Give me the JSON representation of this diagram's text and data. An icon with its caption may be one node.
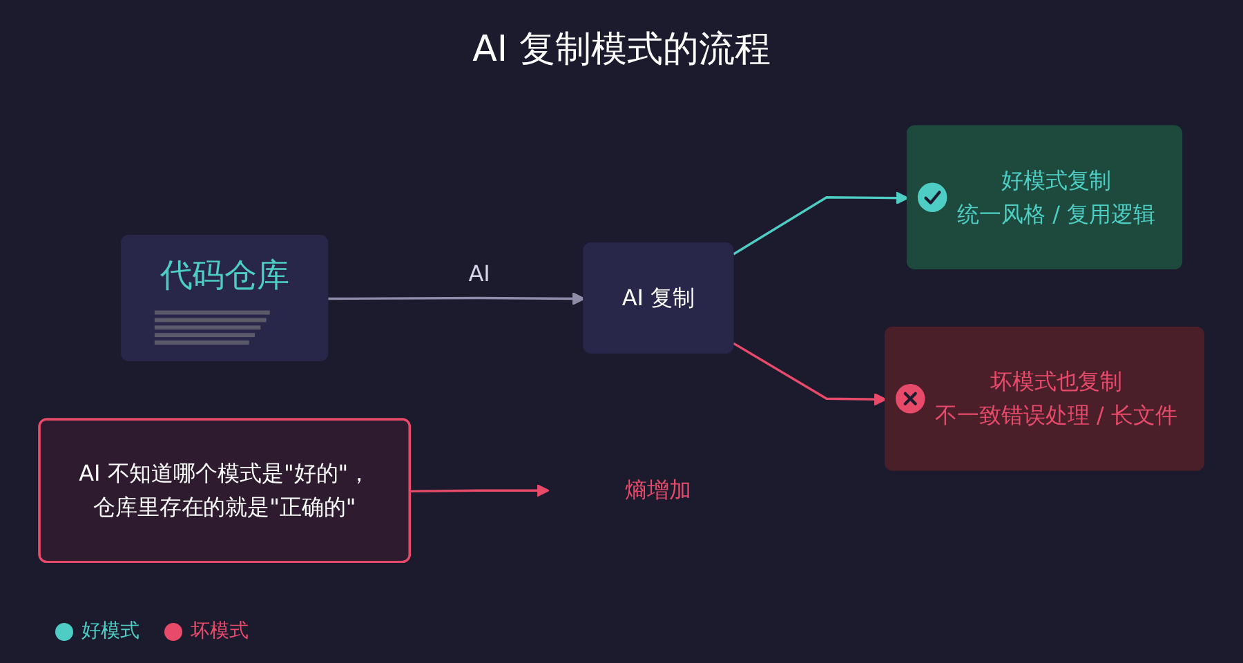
{
  "diagram": {
    "title": "AI 复制模式的流程",
    "nodes": [
      {
        "text": [
          "代码仓库"
        ]
      },
      {
        "text": [
          "AI 复制"
        ]
      },
      {
        "text": [
          "好模式复制",
          "统一风格 / 复用逻辑"
        ]
      },
      {
        "text": [
          "坏模式也复制",
          "不一致错误处理 / 长文件"
        ]
      },
      {
        "text": [
          "AI 不知道哪个模式是\"好的\"，仓库里存在的就是\"正确的\""
        ]
      },
      {
        "text": [
          "熵增加"
        ]
      }
    ],
    "edges": [
      {
        "from": 0,
        "to": 1,
        "arrow": "to",
        "label": "AI",
        "color": "#8e8ca8"
      },
      {
        "from": 1,
        "to": 2,
        "arrow": "to",
        "color": "#4ecdc4"
      },
      {
        "from": 1,
        "to": 3,
        "arrow": "to",
        "color": "#e84a6a"
      },
      {
        "from": 4,
        "to": 5,
        "arrow": "to",
        "color": "#e84a6a"
      }
    ],
    "legend": [
      {
        "text": "好模式",
        "color": "#4ecdc4"
      },
      {
        "text": "坏模式",
        "color": "#e84a6a"
      }
    ]
  }
}
